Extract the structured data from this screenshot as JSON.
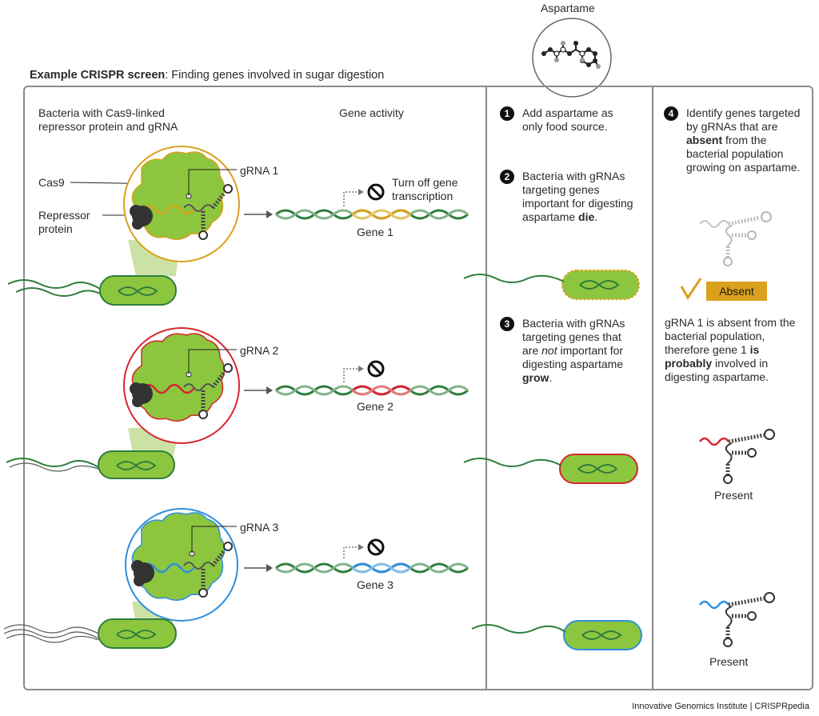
{
  "header": {
    "bold": "Example CRISPR screen",
    "rest": ": Finding genes involved in sugar digestion",
    "aspartame_label": "Aspartame"
  },
  "left": {
    "col1_heading": [
      "Bacteria with Cas9-linked",
      "repressor protein and gRNA"
    ],
    "col2_heading": "Gene activity",
    "cas9_label": "Cas9",
    "repressor_label": [
      "Repressor",
      "protein"
    ],
    "turn_off": [
      "Turn off gene",
      "transcription"
    ],
    "rows": [
      {
        "grna": "gRNA 1",
        "gene": "Gene 1",
        "color": "#d9a11c"
      },
      {
        "grna": "gRNA 2",
        "gene": "Gene 2",
        "color": "#d6262e"
      },
      {
        "grna": "gRNA 3",
        "gene": "Gene 3",
        "color": "#2f8fdc"
      }
    ]
  },
  "steps": {
    "s1": {
      "num": "1",
      "text": "Add aspartame as only food source."
    },
    "s2": {
      "num": "2",
      "pre": "Bacteria with gRNAs targeting genes important for digesting aspartame ",
      "bold": "die",
      "post": "."
    },
    "s3": {
      "num": "3",
      "pre": "Bacteria with gRNAs targeting genes that are ",
      "em": "not",
      "mid": " important for digesting aspartame ",
      "bold": "grow",
      "post": "."
    },
    "s4": {
      "num": "4",
      "pre": "Identify genes targeted by gRNAs that are ",
      "bold": "absent",
      "post": " from the bacterial population growing on aspartame."
    }
  },
  "right": {
    "absent_label": "Absent",
    "conclusion_pre": "gRNA 1 is absent from the bacterial population, therefore gene 1 ",
    "conclusion_bold": "is probably",
    "conclusion_post": " involved in digesting aspartame.",
    "present1": "Present",
    "present2": "Present"
  },
  "footer": "Innovative Genomics Institute | CRISPRpedia",
  "colors": {
    "gold": "#d9a11c",
    "red": "#d6262e",
    "blue": "#2f8fdc",
    "green": "#2e7d3a",
    "cell_fill": "#8cc63f"
  }
}
